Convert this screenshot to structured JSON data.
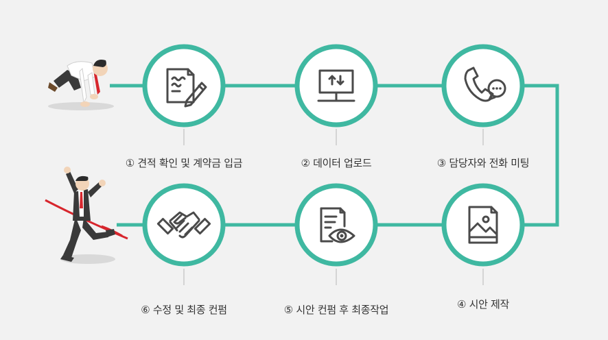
{
  "colors": {
    "background": "#f2f2f2",
    "line": "#3fb8a1",
    "ring": "#3fb8a1",
    "icon": "#4a4a4a",
    "text": "#333333",
    "tick": "#b5b5b5"
  },
  "steps": [
    {
      "label": "① 견적 확인 및 계약금 입금",
      "icon": "contract-pen-icon"
    },
    {
      "label": "② 데이터 업로드",
      "icon": "monitor-upload-icon"
    },
    {
      "label": "③ 담당자와 전화 미팅",
      "icon": "phone-chat-icon"
    },
    {
      "label": "④ 시안 제작",
      "icon": "image-document-icon"
    },
    {
      "label": "⑤ 시안 컨펌 후 최종작업",
      "icon": "document-eye-icon"
    },
    {
      "label": "⑥ 수정 및 최종 컨펌",
      "icon": "handshake-icon"
    }
  ],
  "illustrations": {
    "start": "crouching-runner-illustration",
    "finish": "finish-line-runner-illustration"
  }
}
